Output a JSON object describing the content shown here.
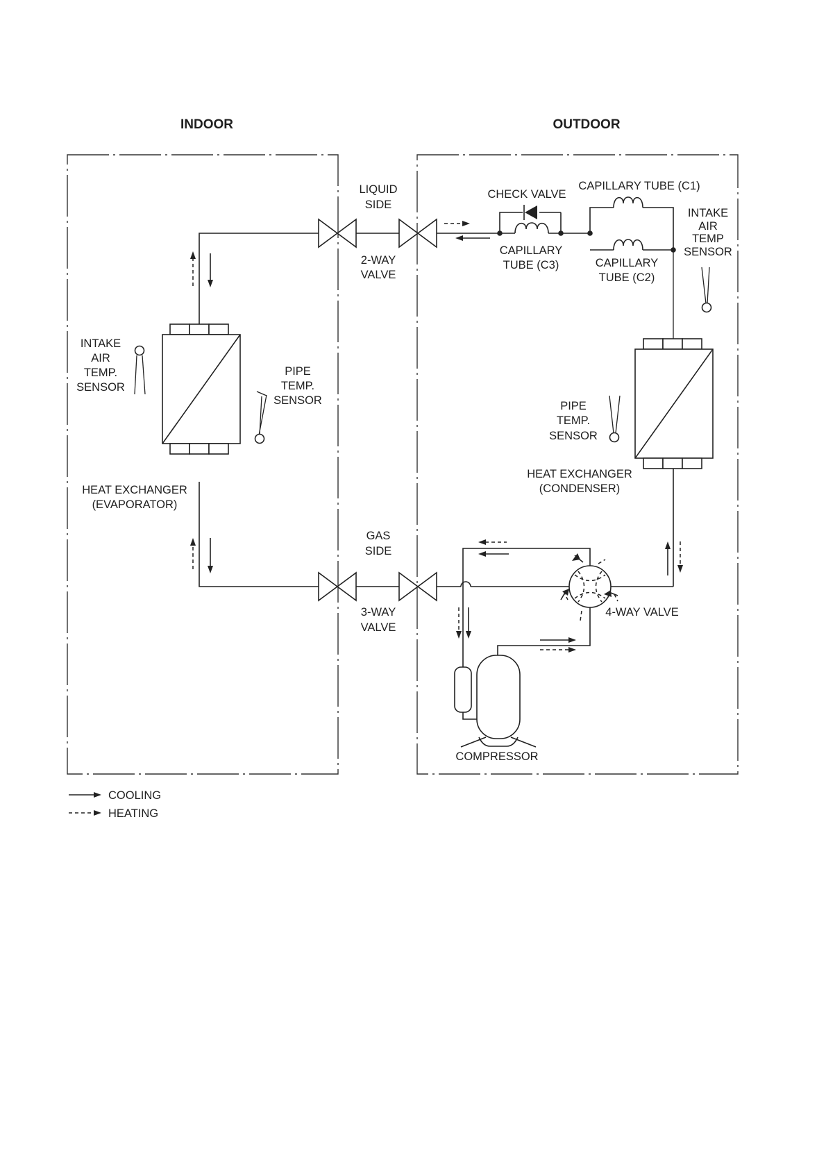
{
  "headers": {
    "indoor": "INDOOR",
    "outdoor": "OUTDOOR"
  },
  "indoor": {
    "intake_sensor": [
      "INTAKE",
      "AIR",
      "TEMP.",
      "SENSOR"
    ],
    "pipe_sensor": [
      "PIPE",
      "TEMP.",
      "SENSOR"
    ],
    "heat_exchanger": [
      "HEAT EXCHANGER",
      "(EVAPORATOR)"
    ]
  },
  "valves": {
    "liquid_side": [
      "LIQUID",
      "SIDE"
    ],
    "two_way": [
      "2-WAY",
      "VALVE"
    ],
    "gas_side": [
      "GAS",
      "SIDE"
    ],
    "three_way": [
      "3-WAY",
      "VALVE"
    ]
  },
  "outdoor": {
    "check_valve": "CHECK VALVE",
    "cap_c1": "CAPILLARY TUBE (C1)",
    "cap_c3": [
      "CAPILLARY",
      "TUBE (C3)"
    ],
    "cap_c2": [
      "CAPILLARY",
      "TUBE (C2)"
    ],
    "intake_sensor": [
      "INTAKE",
      "AIR",
      "TEMP",
      "SENSOR"
    ],
    "pipe_sensor": [
      "PIPE",
      "TEMP.",
      "SENSOR"
    ],
    "heat_exchanger": [
      "HEAT EXCHANGER",
      "(CONDENSER)"
    ],
    "four_way": "4-WAY VALVE",
    "compressor": "COMPRESSOR"
  },
  "legend": {
    "cooling": "COOLING",
    "heating": "HEATING"
  }
}
